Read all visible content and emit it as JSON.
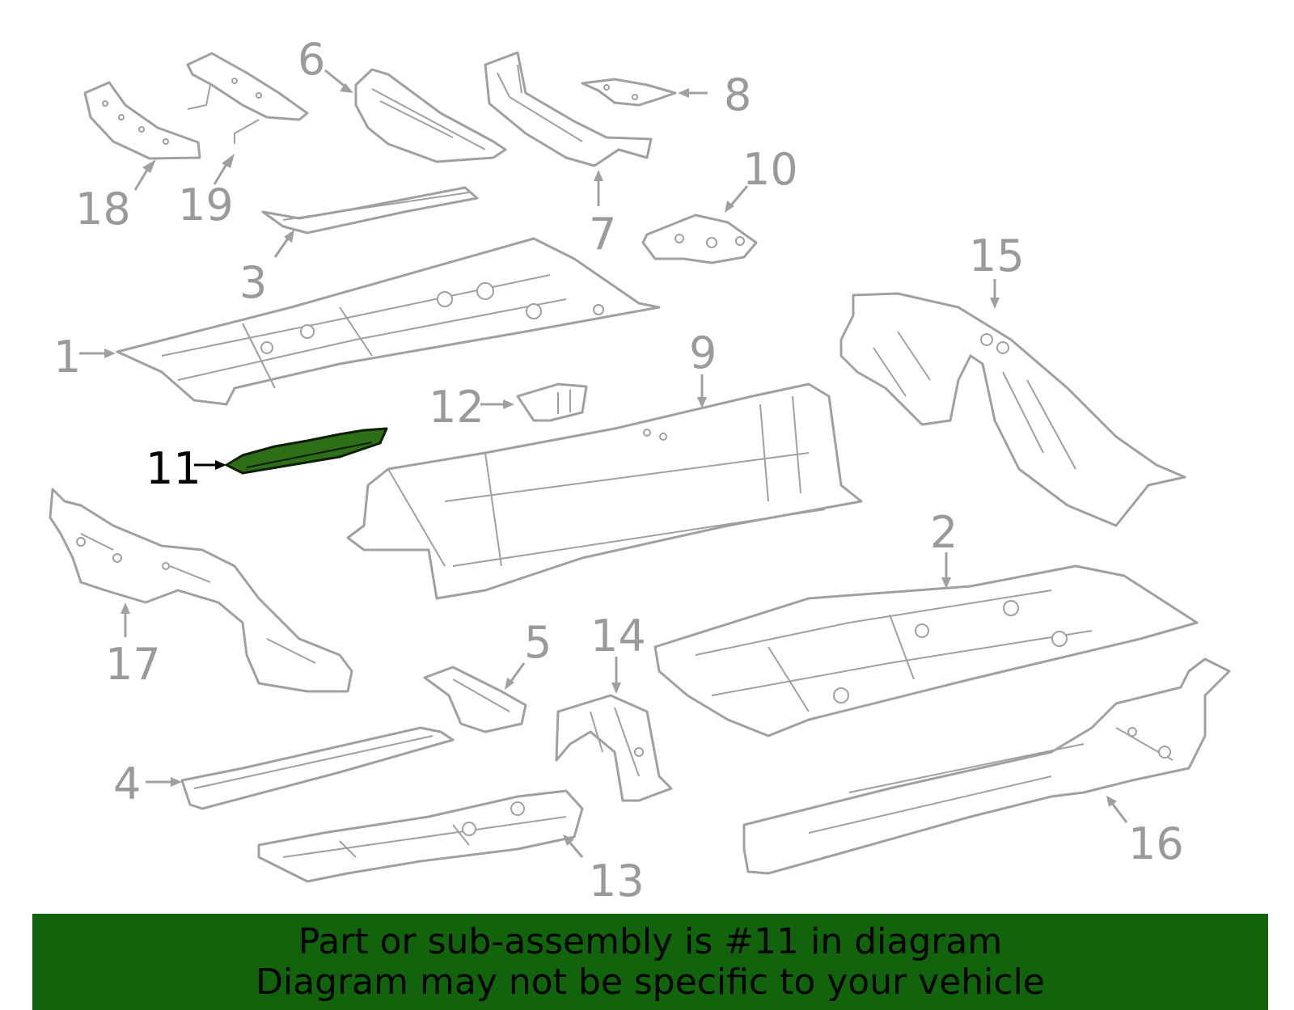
{
  "diagram": {
    "highlighted_part": "11",
    "accent_color": "#2e6e16",
    "banner_color": "#11640b",
    "callouts": [
      "1",
      "2",
      "3",
      "4",
      "5",
      "6",
      "7",
      "8",
      "9",
      "10",
      "11",
      "12",
      "13",
      "14",
      "15",
      "16",
      "17",
      "18",
      "19"
    ]
  },
  "banner": {
    "line1": "Part or sub-assembly is #11 in diagram",
    "line2": "Diagram may not be specific to your vehicle"
  }
}
